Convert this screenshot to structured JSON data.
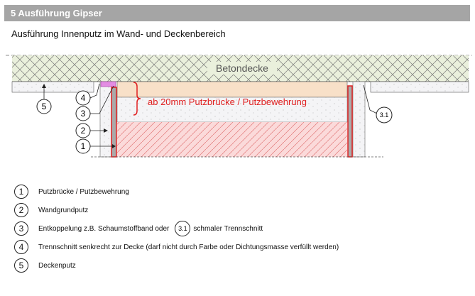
{
  "header": {
    "title": "5 Ausführung Gipser"
  },
  "subtitle": "Ausführung Innenputz im Wand- und Deckenbereich",
  "diagram": {
    "concrete_label": "Betondecke",
    "annotation": "ab 20mm Putzbrücke / Putzbewehrung",
    "markers": [
      "1",
      "2",
      "3",
      "4",
      "5",
      "3.1"
    ],
    "colors": {
      "concrete": "#eaf0dc",
      "plaster": "#f3f3f3",
      "band": "#f8e0c8",
      "hatch": "#f9d9d9",
      "red": "#e02020",
      "tape": "#e38ce3"
    }
  },
  "legend": [
    {
      "num": "1",
      "text": "Putzbrücke / Putzbewehrung"
    },
    {
      "num": "2",
      "text": "Wandgrundputz"
    },
    {
      "num": "3",
      "text": "Entkoppelung z.B. Schaumstoffband oder",
      "extra_num": "3.1",
      "extra_text": "schmaler Trennschnitt"
    },
    {
      "num": "4",
      "text": "Trennschnitt senkrecht zur Decke (darf nicht durch Farbe oder Dichtungsmasse verfüllt werden)"
    },
    {
      "num": "5",
      "text": "Deckenputz"
    }
  ]
}
